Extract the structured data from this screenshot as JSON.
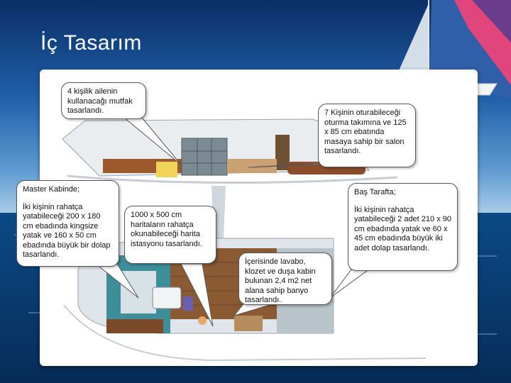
{
  "slide": {
    "title": "İç Tasarım"
  },
  "callouts": {
    "kitchen": "4 kişilik ailenin kullanacağı mutfak tasarlandı.",
    "salon": "7 Kişinin oturabileceği oturma takımına ve 125 x 85 cm ebatında masaya sahip bir salon tasarlandı.",
    "master_heading": "Master Kabinde;",
    "master_text": "İki kişinin rahatça yatabileceği 200 x 180 cm ebadında kingsize yatak ve 160 x 50 cm ebadında büyük bir dolap tasarlandı.",
    "bow_heading": "Baş Tarafta;",
    "bow_text": "İki kişinin rahatça yatabileceği 2 adet 210 x 90 cm ebadında yatak ve 60 x 45 cm ebadında büyük iki adet dolap tasarlandı.",
    "chart_station": "1000 x 500 cm haritaların rahatça okunabileceği harita istasyonu tasarlandı.",
    "bathroom": "İçerisinde lavabo, klozet ve duşa kabin bulunan 2,4 m2 net alana sahip banyo tasarlandı."
  },
  "colors": {
    "sky_top": "#0a2f66",
    "sea": "#0b4a86",
    "panel": "#ffffff",
    "hull": "#e9edf0",
    "deck_wood": "#8a5a32",
    "cabin_teal": "#3e8e9a",
    "sail_pink": "#e0457b",
    "sail_blue": "#2f5fa8"
  }
}
